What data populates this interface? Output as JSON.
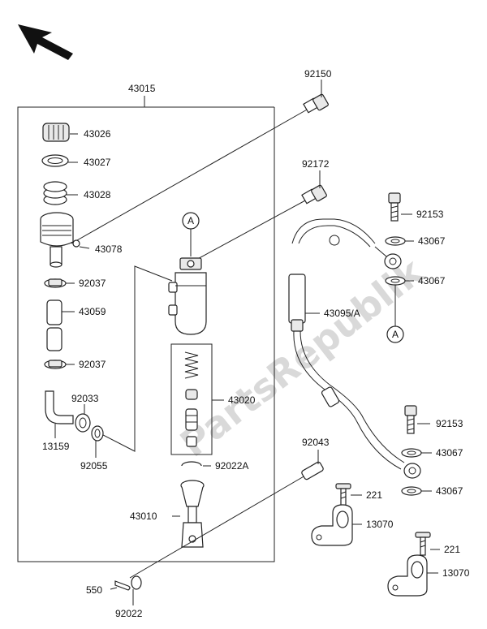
{
  "watermark": "PartsRepublik",
  "assembly": {
    "label": "43015"
  },
  "reference_marks": {
    "a_top": "A",
    "a_right": "A"
  },
  "parts": {
    "p92150": "92150",
    "p43026": "43026",
    "p43027": "43027",
    "p43028": "43028",
    "p43078": "43078",
    "p92172": "92172",
    "p92153_top": "92153",
    "p43067_a": "43067",
    "p43067_b": "43067",
    "p92037_top": "92037",
    "p43059": "43059",
    "p43095A": "43095/A",
    "p92037_bottom": "92037",
    "p43020": "43020",
    "p92033": "92033",
    "p13159": "13159",
    "p92055": "92055",
    "p92153_bottom": "92153",
    "p43067_c": "43067",
    "p92043": "92043",
    "p92022A": "92022A",
    "p43067_d": "43067",
    "p221_a": "221",
    "p43010": "43010",
    "p13070_a": "13070",
    "p221_b": "221",
    "p550": "550",
    "p13070_b": "13070",
    "p92022": "92022"
  }
}
